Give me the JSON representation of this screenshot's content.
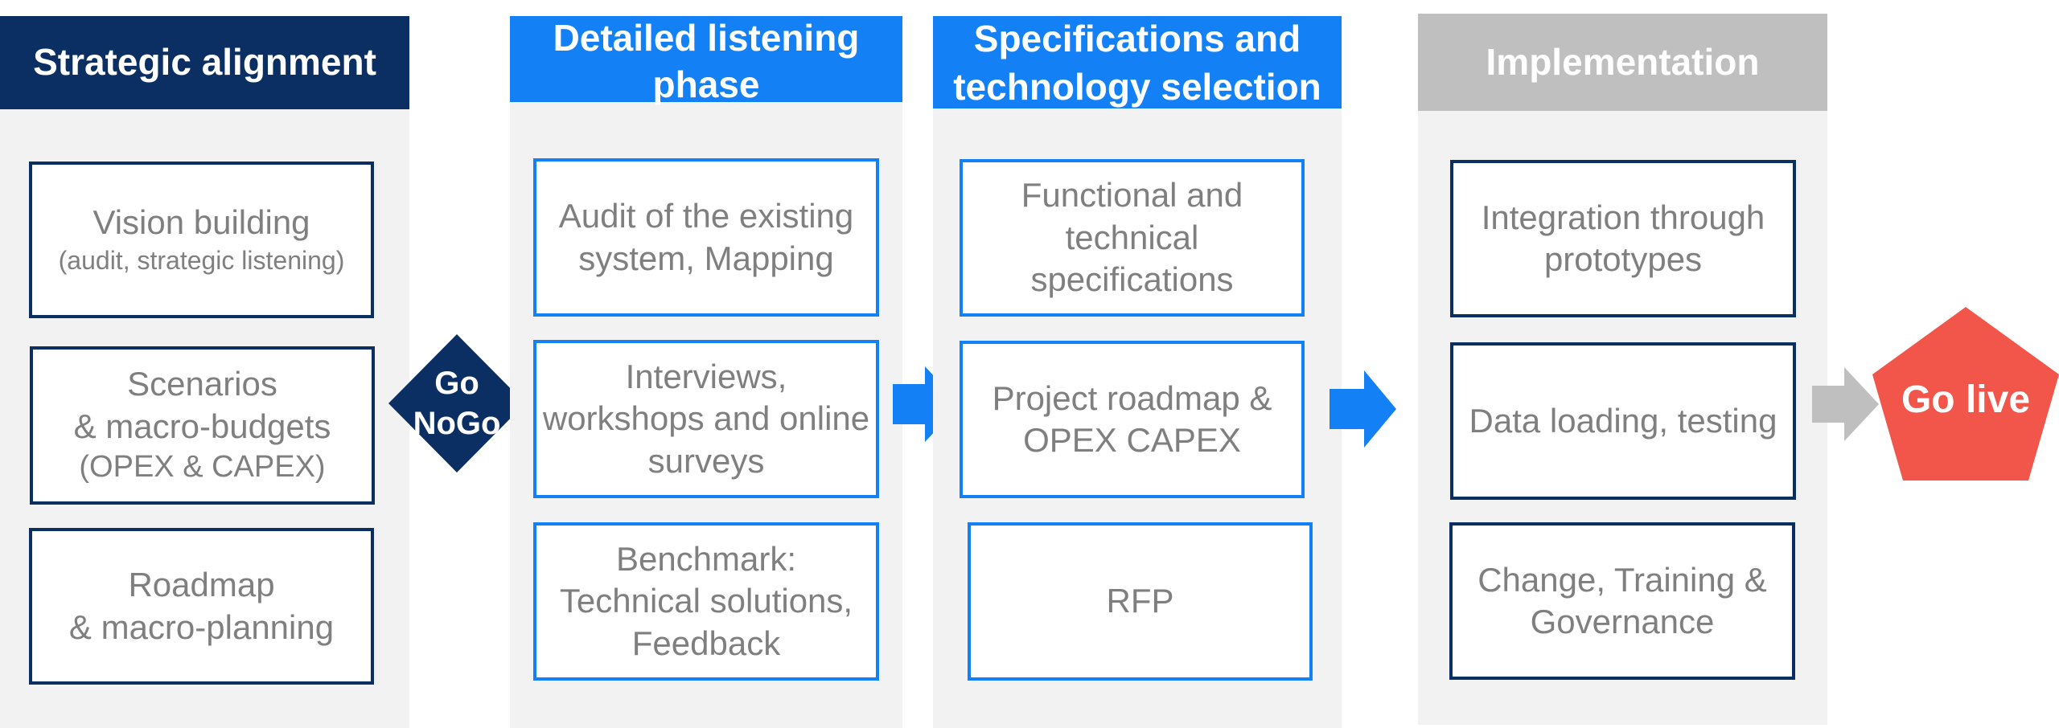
{
  "columns": [
    {
      "header": "Strategic alignment",
      "boxes": [
        {
          "lines": [
            "Vision building"
          ],
          "sub": [
            "(audit, strategic listening)"
          ]
        },
        {
          "lines": [
            "Scenarios",
            "& macro-budgets"
          ],
          "sub": [
            "(OPEX & CAPEX)"
          ]
        },
        {
          "lines": [
            "Roadmap",
            "& macro-planning"
          ],
          "sub": []
        }
      ]
    },
    {
      "header": "Detailed listening phase",
      "boxes": [
        {
          "lines": [
            "Audit of the existing",
            "system, Mapping"
          ]
        },
        {
          "lines": [
            "Interviews,",
            "workshops and online",
            "surveys"
          ]
        },
        {
          "lines": [
            "Benchmark:",
            "Technical solutions,",
            "Feedback"
          ]
        }
      ]
    },
    {
      "header_lines": [
        "Specifications and",
        "technology selection"
      ],
      "boxes": [
        {
          "lines": [
            "Functional and",
            "technical",
            "specifications"
          ]
        },
        {
          "lines": [
            "Project roadmap &",
            "OPEX CAPEX"
          ]
        },
        {
          "lines": [
            "RFP"
          ]
        }
      ]
    },
    {
      "header": "Implementation",
      "boxes": [
        {
          "lines": [
            "Integration through",
            "prototypes"
          ]
        },
        {
          "lines": [
            "Data loading, testing"
          ]
        },
        {
          "lines": [
            "Change, Training &",
            "Governance"
          ]
        }
      ]
    }
  ],
  "decision": {
    "line1": "Go",
    "line2": "NoGo"
  },
  "final": "Go live",
  "colors": {
    "navy": "#0b2f62",
    "blue": "#1480f5",
    "gray_header": "#bfbfbf",
    "column_bg": "#f2f2f2",
    "text_gray": "#7f7f7f",
    "go_live": "#f2554a",
    "arrow_gray": "#bfbfbf"
  }
}
